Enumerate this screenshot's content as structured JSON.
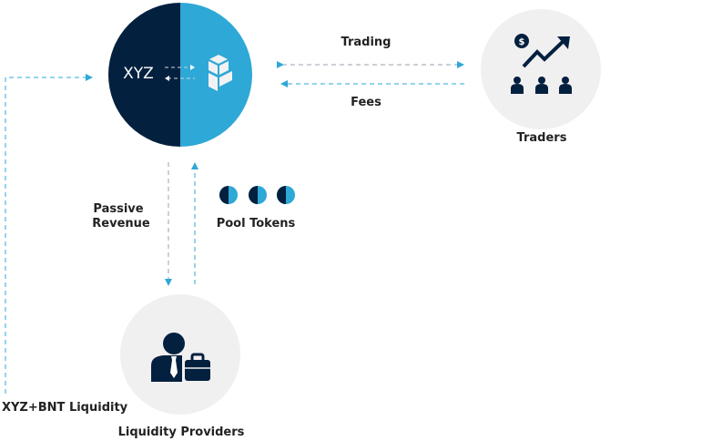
{
  "pool": {
    "token_label": "XYZ",
    "icon": "bancor-logo-icon"
  },
  "colors": {
    "navy": "#03203f",
    "blue": "#2ea8d6",
    "gray": "#f1f0f1",
    "arrow": "#2ea8d6"
  },
  "arrows": {
    "trading": "Trading",
    "fees": "Fees",
    "passive_revenue_1": "Passive",
    "passive_revenue_2": "Revenue",
    "pool_tokens": "Pool Tokens",
    "liquidity": "XYZ+BNT Liquidity"
  },
  "nodes": {
    "traders": "Traders",
    "providers": "Liquidity Providers"
  }
}
